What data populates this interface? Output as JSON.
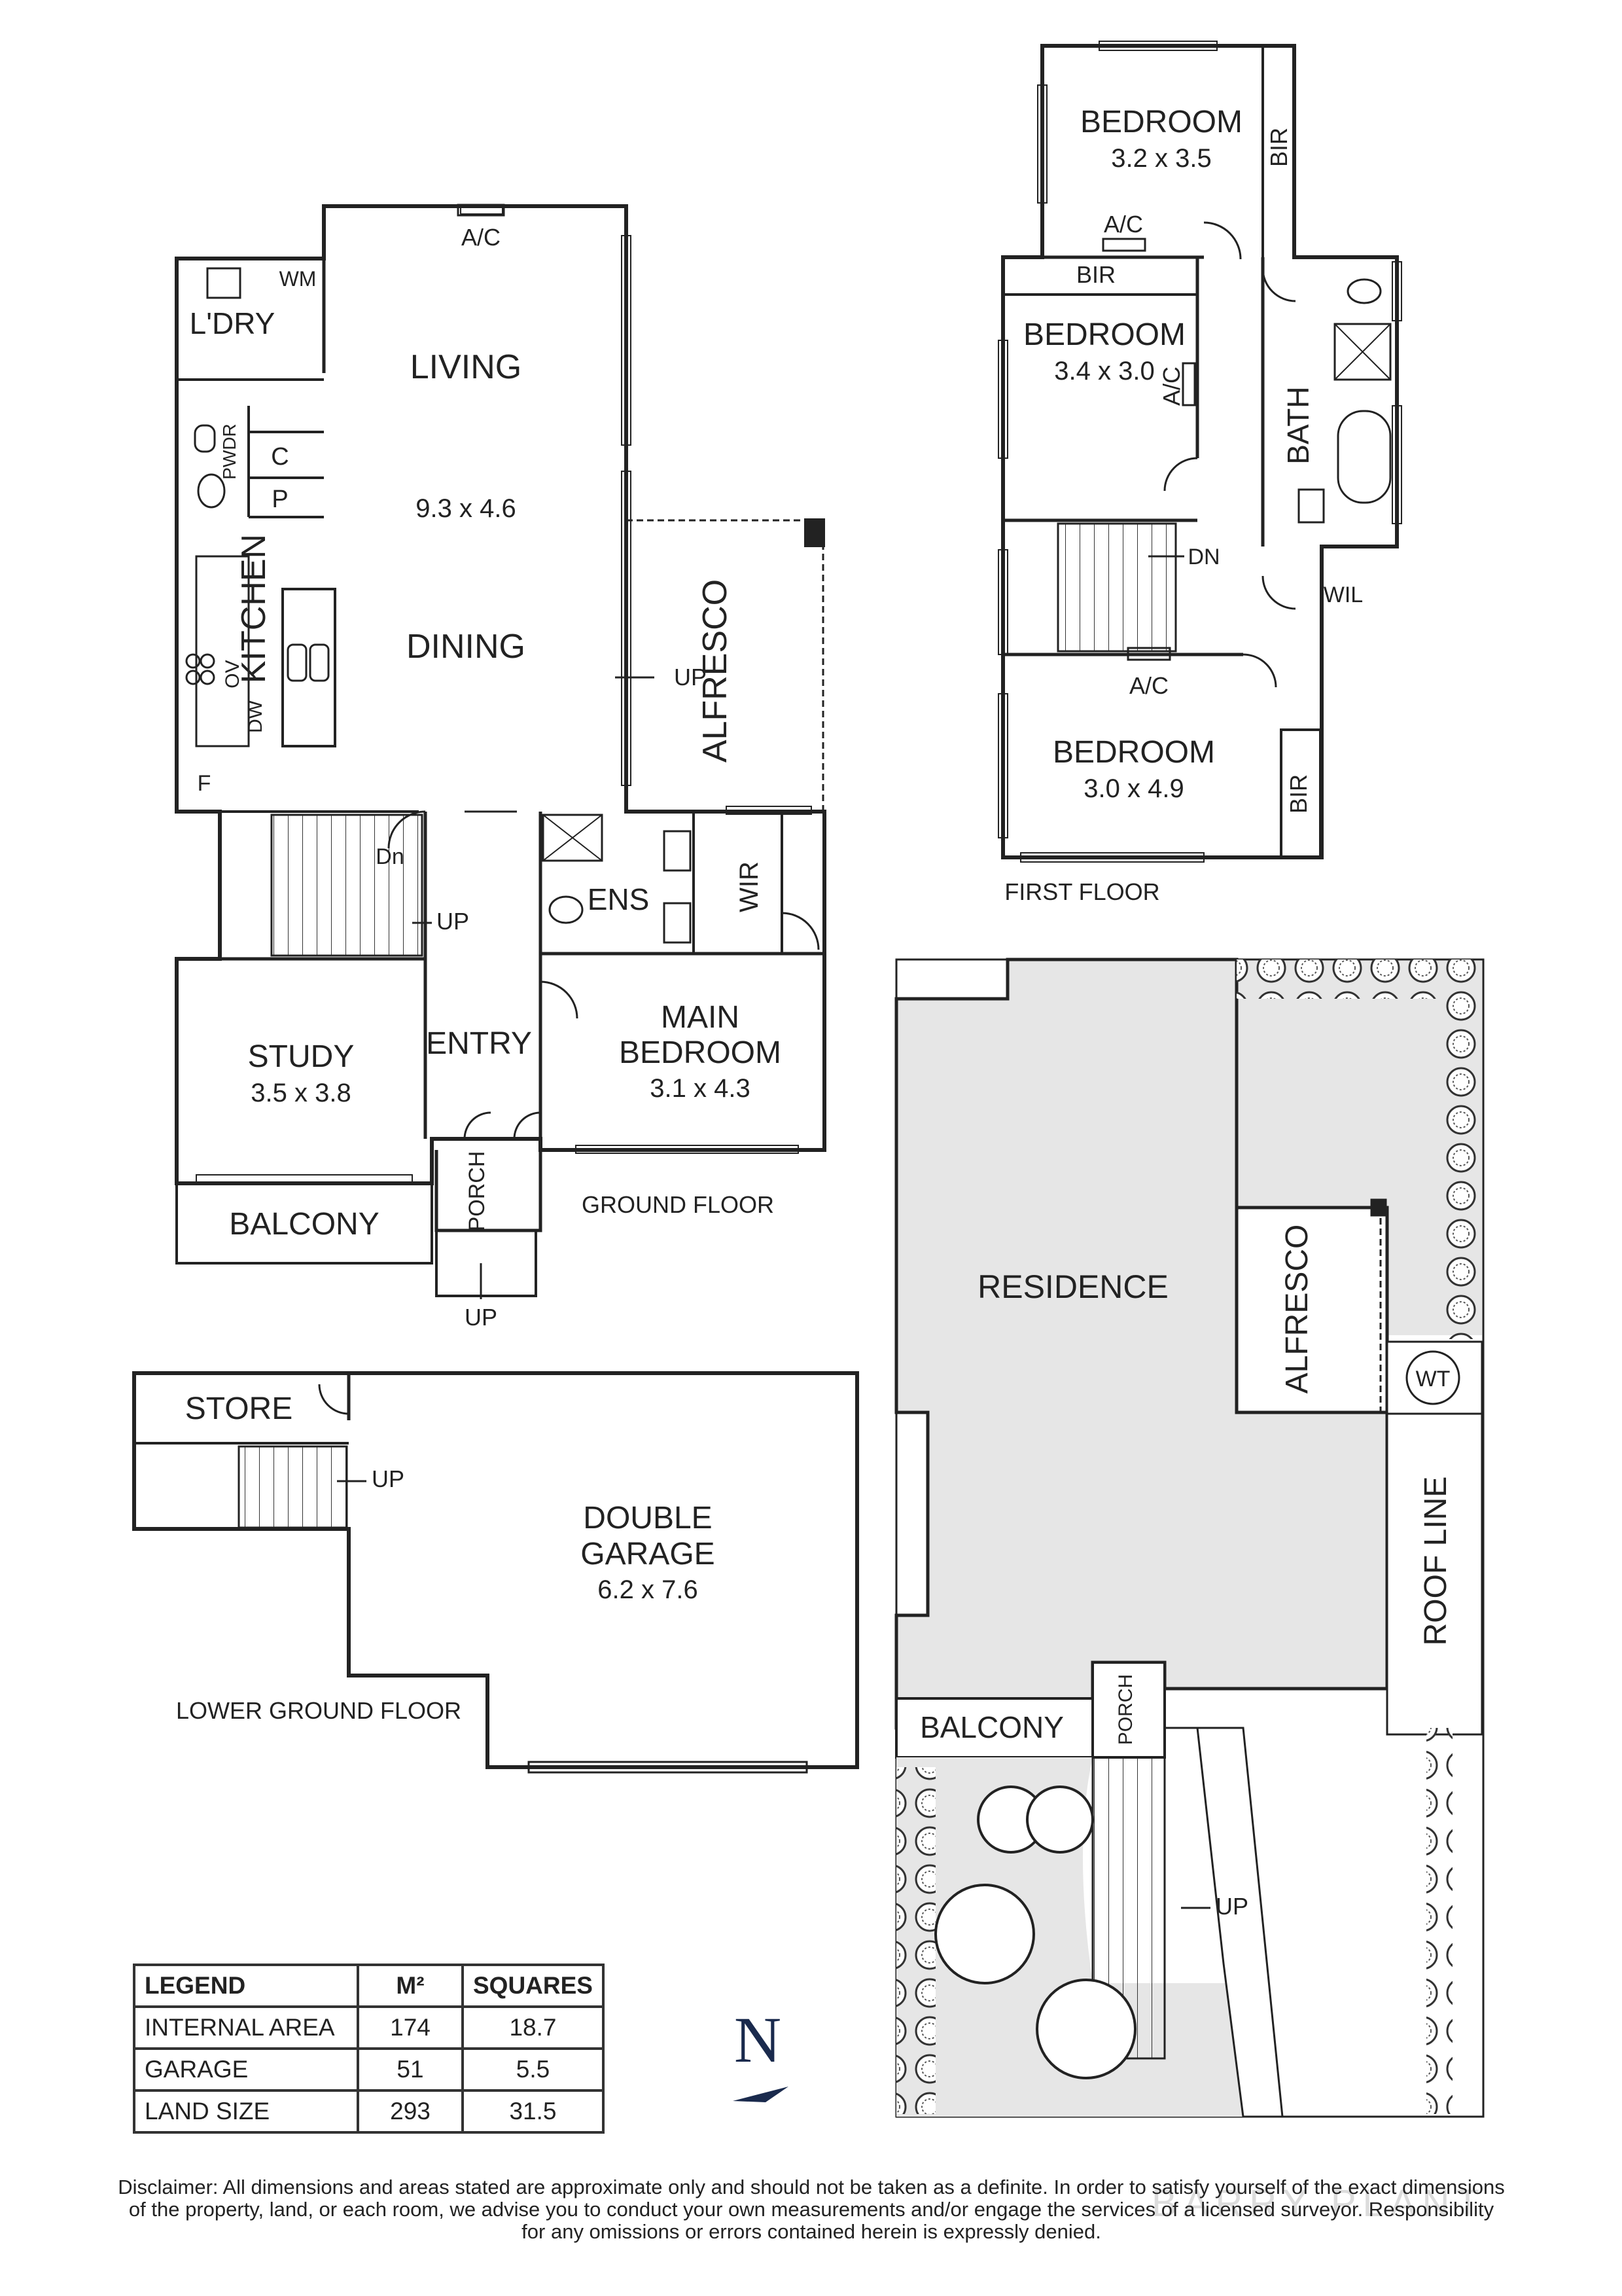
{
  "labels": {
    "ground_floor": "GROUND FLOOR",
    "first_floor": "FIRST FLOOR",
    "lower_ground_floor": "LOWER GROUND FLOOR"
  },
  "rooms": {
    "living": {
      "name": "LIVING",
      "dims": "9.3 x 4.6"
    },
    "dining": {
      "name": "DINING"
    },
    "kitchen": {
      "name": "KITCHEN"
    },
    "laundry": {
      "name": "L'DRY"
    },
    "alfresco": {
      "name": "ALFRESCO"
    },
    "study": {
      "name": "STUDY",
      "dims": "3.5 x 3.8"
    },
    "entry": {
      "name": "ENTRY"
    },
    "main_bedroom": {
      "name_line1": "MAIN",
      "name_line2": "BEDROOM",
      "dims": "3.1 x 4.3"
    },
    "ensuite": {
      "name": "ENS"
    },
    "wir": {
      "name": "WIR"
    },
    "balcony": {
      "name": "BALCONY"
    },
    "porch": {
      "name": "PORCH"
    },
    "bedroom_2": {
      "name": "BEDROOM",
      "dims": "3.2 x 3.5"
    },
    "bedroom_3": {
      "name": "BEDROOM",
      "dims": "3.4 x 3.0"
    },
    "bedroom_4": {
      "name": "BEDROOM",
      "dims": "3.0 x 4.9"
    },
    "bath": {
      "name": "BATH"
    },
    "wil": {
      "name": "WIL"
    },
    "store": {
      "name": "STORE"
    },
    "garage": {
      "name_line1": "DOUBLE",
      "name_line2": "GARAGE",
      "dims": "6.2 x 7.6"
    }
  },
  "fixtures": {
    "ac": "A/C",
    "wm": "WM",
    "c": "C",
    "p": "P",
    "pwdr": "PWDR",
    "ov": "OV",
    "dw": "DW",
    "f": "F",
    "bir": "BIR",
    "up": "UP",
    "dn_upper": "DN",
    "dn_lower": "Dn"
  },
  "site": {
    "residence": "RESIDENCE",
    "alfresco": "ALFRESCO",
    "wt": "WT",
    "roof_line": "ROOF LINE",
    "balcony": "BALCONY",
    "porch": "PORCH",
    "up": "UP"
  },
  "compass": {
    "letter": "N"
  },
  "legend": {
    "headers": [
      "LEGEND",
      "M²",
      "SQUARES"
    ],
    "rows": [
      {
        "label": "INTERNAL AREA",
        "m2": "174",
        "squares": "18.7"
      },
      {
        "label": "GARAGE",
        "m2": "51",
        "squares": "5.5"
      },
      {
        "label": "LAND SIZE",
        "m2": "293",
        "squares": "31.5"
      }
    ]
  },
  "disclaimer": {
    "line1": "Disclaimer: All dimensions and areas stated are approximate only and should not be taken as a definite. In order to satisfy yourself of the exact dimensions",
    "line2": "of the property, land, or each room, we advise you to conduct your own measurements and/or engage the services of a licensed surveyor. Responsibility",
    "line3": "for any omissions or errors contained herein is expressly denied."
  },
  "watermark": "BARRY PLANT"
}
